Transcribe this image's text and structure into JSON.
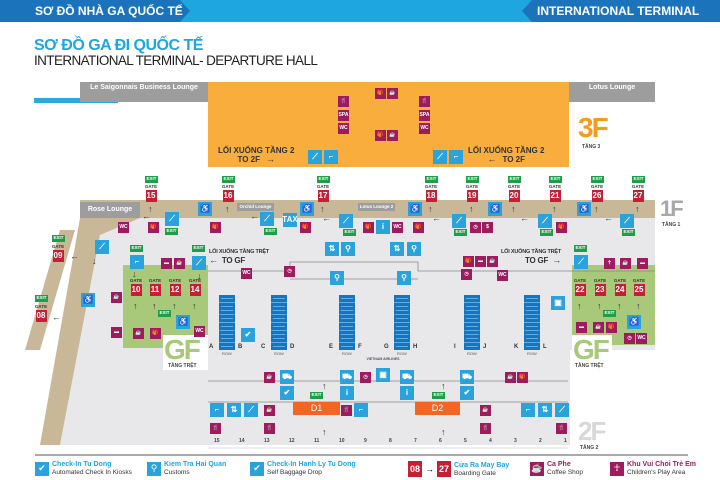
{
  "header": {
    "left": "SƠ ĐỒ NHÀ GA QUỐC TẾ",
    "right": "INTERNATIONAL TERMINAL"
  },
  "title": "SƠ ĐỒ GA ĐI QUỐC TẾ",
  "subtitle": "INTERNATIONAL TERMINAL- DEPARTURE HALL",
  "floor3": {
    "lounge_left": "Le Saigonnais Business Lounge",
    "lounge_right": "Lotus Lounge",
    "label": "3F",
    "tang": "TẦNG 3",
    "down_vn": "LỐI XUỐNG TẦNG 2",
    "down_en": "TO 2F"
  },
  "floor1": {
    "label": "1F",
    "tang": "TẦNG 1",
    "rose": "Rose Lounge",
    "orchid": "Orchid Lounge",
    "lotus2": "Lotus Lounge 2",
    "down_vn": "LỐI XUỐNG TẦNG TRỆT",
    "down_en": "TO GF"
  },
  "floorG": {
    "label": "GF",
    "tang": "TẦNG TRỆT"
  },
  "floor2": {
    "label": "2F",
    "tang": "TẦNG 2",
    "d1": "D1",
    "d2": "D2",
    "vietnam_airlines": "VIETNAM AIRLINES",
    "row_label": "ROW",
    "rows": [
      "A",
      "B",
      "C",
      "D",
      "E",
      "F",
      "G",
      "H",
      "I",
      "J",
      "K",
      "L"
    ],
    "gates": [
      "15",
      "14",
      "13",
      "12",
      "11",
      "10",
      "9",
      "8",
      "7",
      "6",
      "5",
      "4",
      "3",
      "2",
      "1"
    ]
  },
  "gate_label": "GATE",
  "gates_1f": [
    "15",
    "16",
    "17",
    "18",
    "19",
    "20",
    "21",
    "26",
    "27"
  ],
  "gates_gf_left": [
    "10",
    "11",
    "12",
    "14"
  ],
  "gates_gf_right": [
    "22",
    "23",
    "24",
    "25"
  ],
  "gates_side": [
    "09",
    "08"
  ],
  "icons": {
    "exit": "EXIT",
    "wc": "WC",
    "spa": "SPA",
    "food": "🍴",
    "shop": "🎁",
    "cafe": "☕",
    "bed": "▬",
    "money": "$",
    "clock": "◷",
    "escalator": "⟋",
    "stairs": "⌐",
    "seat": "♿",
    "info": "i",
    "lift": "⇅",
    "customs": "⚲",
    "kiosk": "✔",
    "cart": "⛟",
    "tax": "TAX",
    "kids": "☥",
    "baggage": "▣"
  },
  "legend": [
    {
      "vn": "Check-In Tu Dong",
      "en": "Automated Check In Kiosks",
      "icon": "✔"
    },
    {
      "vn": "Kiem Tra Hai Quan",
      "en": "Customs",
      "icon": "⚲"
    },
    {
      "vn": "Check-In Hanh Ly Tu Dong",
      "en": "Self Baggage Drop",
      "icon": "✔"
    },
    {
      "from": "08",
      "to": "27",
      "vn": "Cửa Ra May Bay",
      "en": "Boarding Gate"
    },
    {
      "vn": "Ca Phe",
      "en": "Coffee Shop",
      "icon": "☕"
    },
    {
      "vn": "Khu Vui Choi Trẻ Em",
      "en": "Children's Play Area",
      "icon": "☥"
    }
  ],
  "colors": {
    "blue": "#1ea6e0",
    "dark_blue": "#1b74bb",
    "maroon": "#9c1c5d",
    "gate_red": "#c41f35",
    "exit_green": "#1f9d49",
    "orange": "#f8ad3d",
    "d_orange": "#f26522",
    "gf_green": "#a9c97a"
  }
}
